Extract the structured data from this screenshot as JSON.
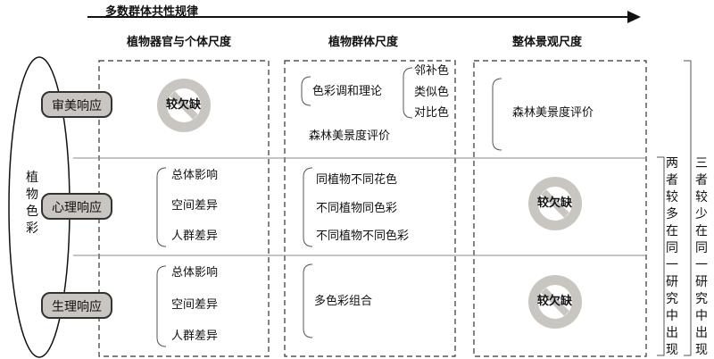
{
  "top_arrow_label": "多数群体共性规律",
  "columns": [
    {
      "header": "植物器官与个体尺度"
    },
    {
      "header": "植物群体尺度"
    },
    {
      "header": "整体景观尺度"
    }
  ],
  "root": {
    "label_chars": [
      "植",
      "物",
      "色",
      "彩"
    ]
  },
  "rows": [
    {
      "label": "审美响应"
    },
    {
      "label": "心理响应"
    },
    {
      "label": "生理响应"
    }
  ],
  "cells": {
    "r0c0": {
      "lacking": "较欠缺"
    },
    "r0c1": {
      "theory": "色彩调和理论",
      "theory_items": [
        "邻补色",
        "类似色",
        "对比色"
      ],
      "evaluation": "森林美景度评价"
    },
    "r0c2": {
      "evaluation": "森林美景度评价"
    },
    "r1c0": {
      "items": [
        "总体影响",
        "空间差异",
        "人群差异"
      ]
    },
    "r1c1": {
      "items": [
        "同植物不同花色",
        "不同植物同色彩",
        "不同植物不同色彩"
      ]
    },
    "r1c2": {
      "lacking": "较欠缺"
    },
    "r2c0": {
      "items": [
        "总体影响",
        "空间差异",
        "人群差异"
      ]
    },
    "r2c1": {
      "items": [
        "多色彩组合"
      ]
    },
    "r2c2": {
      "lacking": "较欠缺"
    }
  },
  "right_notes": {
    "inner": [
      "两",
      "者",
      "较",
      "多",
      "在",
      "同",
      "一",
      "研",
      "究",
      "中",
      "出",
      "现"
    ],
    "outer": [
      "三",
      "者",
      "较",
      "少",
      "在",
      "同",
      "一",
      "研",
      "究",
      "中",
      "出",
      "现"
    ]
  }
}
